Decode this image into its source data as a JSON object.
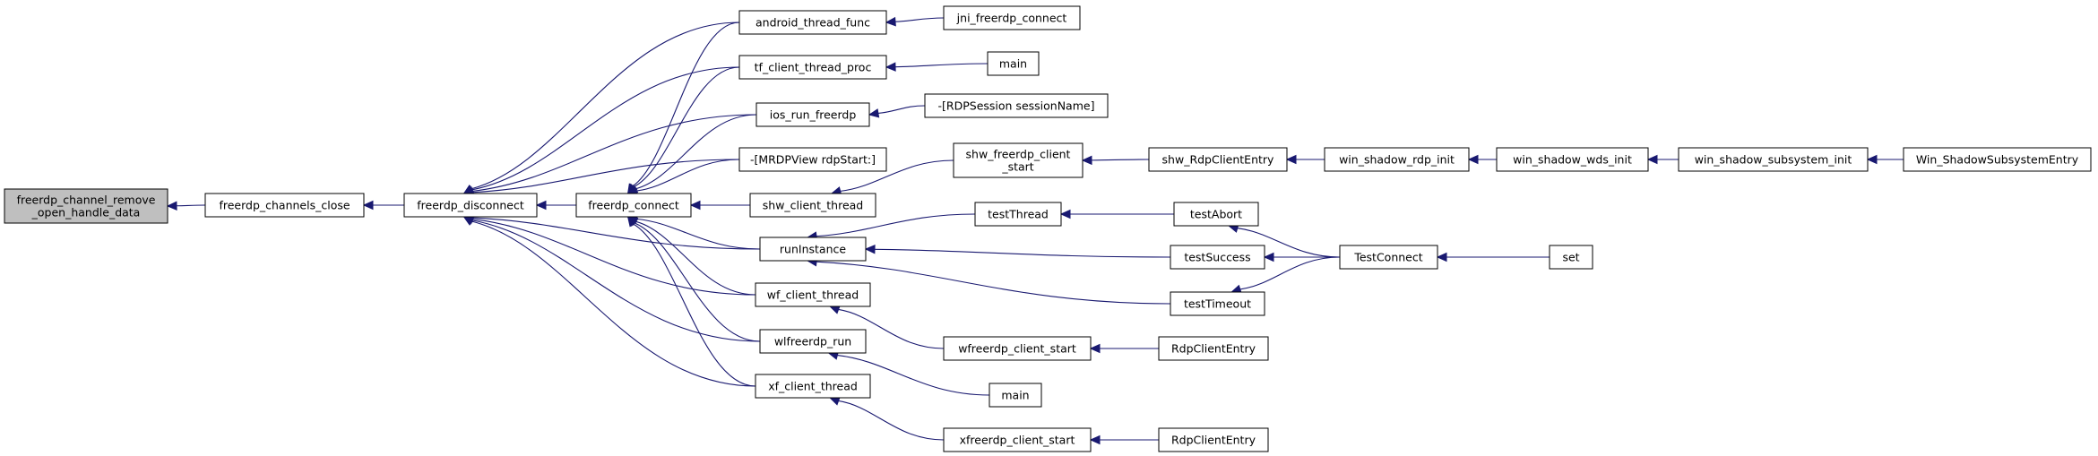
{
  "graph": {
    "nodes": [
      {
        "id": "n_close_handle",
        "label": "freerdp_channel_remove\n_open_handle_data",
        "root": true
      },
      {
        "id": "n_channels_close",
        "label": "freerdp_channels_close"
      },
      {
        "id": "n_disconnect",
        "label": "freerdp_disconnect"
      },
      {
        "id": "n_connect",
        "label": "freerdp_connect"
      },
      {
        "id": "n_android",
        "label": "android_thread_func"
      },
      {
        "id": "n_tf",
        "label": "tf_client_thread_proc"
      },
      {
        "id": "n_ios",
        "label": "ios_run_freerdp"
      },
      {
        "id": "n_mrdpview",
        "label": "-[MRDPView rdpStart:]"
      },
      {
        "id": "n_shw_thread",
        "label": "shw_client_thread"
      },
      {
        "id": "n_runinstance",
        "label": "runInstance"
      },
      {
        "id": "n_wf_thread",
        "label": "wf_client_thread"
      },
      {
        "id": "n_wlf_run",
        "label": "wlfreerdp_run"
      },
      {
        "id": "n_xf_thread",
        "label": "xf_client_thread"
      },
      {
        "id": "n_jni",
        "label": "jni_freerdp_connect"
      },
      {
        "id": "n_main1",
        "label": "main"
      },
      {
        "id": "n_rdpsession",
        "label": "-[RDPSession sessionName]"
      },
      {
        "id": "n_shw_start",
        "label": "shw_freerdp_client\n_start"
      },
      {
        "id": "n_testthread",
        "label": "testThread"
      },
      {
        "id": "n_wf_start",
        "label": "wfreerdp_client_start"
      },
      {
        "id": "n_main2",
        "label": "main"
      },
      {
        "id": "n_xf_start",
        "label": "xfreerdp_client_start"
      },
      {
        "id": "n_shw_entry",
        "label": "shw_RdpClientEntry"
      },
      {
        "id": "n_testabort",
        "label": "testAbort"
      },
      {
        "id": "n_testsuccess",
        "label": "testSuccess"
      },
      {
        "id": "n_testtimeout",
        "label": "testTimeout"
      },
      {
        "id": "n_rdp_entry1",
        "label": "RdpClientEntry"
      },
      {
        "id": "n_rdp_entry2",
        "label": "RdpClientEntry"
      },
      {
        "id": "n_testconnect",
        "label": "TestConnect"
      },
      {
        "id": "n_rdp_init",
        "label": "win_shadow_rdp_init"
      },
      {
        "id": "n_set",
        "label": "set"
      },
      {
        "id": "n_wds_init",
        "label": "win_shadow_wds_init"
      },
      {
        "id": "n_subsys_init",
        "label": "win_shadow_subsystem_init"
      },
      {
        "id": "n_shadow_entry",
        "label": "Win_ShadowSubsystemEntry"
      }
    ],
    "edges": [
      {
        "from": "n_channels_close",
        "to": "n_close_handle"
      },
      {
        "from": "n_disconnect",
        "to": "n_channels_close"
      },
      {
        "from": "n_connect",
        "to": "n_disconnect"
      },
      {
        "from": "n_android",
        "to": "n_disconnect"
      },
      {
        "from": "n_tf",
        "to": "n_disconnect"
      },
      {
        "from": "n_ios",
        "to": "n_disconnect"
      },
      {
        "from": "n_mrdpview",
        "to": "n_disconnect"
      },
      {
        "from": "n_runinstance",
        "to": "n_disconnect"
      },
      {
        "from": "n_wf_thread",
        "to": "n_disconnect"
      },
      {
        "from": "n_wlf_run",
        "to": "n_disconnect"
      },
      {
        "from": "n_xf_thread",
        "to": "n_disconnect"
      },
      {
        "from": "n_android",
        "to": "n_connect"
      },
      {
        "from": "n_tf",
        "to": "n_connect"
      },
      {
        "from": "n_ios",
        "to": "n_connect"
      },
      {
        "from": "n_mrdpview",
        "to": "n_connect"
      },
      {
        "from": "n_shw_thread",
        "to": "n_connect"
      },
      {
        "from": "n_runinstance",
        "to": "n_connect"
      },
      {
        "from": "n_wf_thread",
        "to": "n_connect"
      },
      {
        "from": "n_wlf_run",
        "to": "n_connect"
      },
      {
        "from": "n_xf_thread",
        "to": "n_connect"
      },
      {
        "from": "n_jni",
        "to": "n_android"
      },
      {
        "from": "n_main1",
        "to": "n_tf"
      },
      {
        "from": "n_rdpsession",
        "to": "n_ios"
      },
      {
        "from": "n_shw_start",
        "to": "n_shw_thread"
      },
      {
        "from": "n_testthread",
        "to": "n_runinstance"
      },
      {
        "from": "n_testsuccess",
        "to": "n_runinstance"
      },
      {
        "from": "n_testtimeout",
        "to": "n_runinstance"
      },
      {
        "from": "n_wf_start",
        "to": "n_wf_thread"
      },
      {
        "from": "n_main2",
        "to": "n_wlf_run"
      },
      {
        "from": "n_xf_start",
        "to": "n_xf_thread"
      },
      {
        "from": "n_shw_entry",
        "to": "n_shw_start"
      },
      {
        "from": "n_testabort",
        "to": "n_testthread"
      },
      {
        "from": "n_testconnect",
        "to": "n_testabort"
      },
      {
        "from": "n_testconnect",
        "to": "n_testsuccess"
      },
      {
        "from": "n_testconnect",
        "to": "n_testtimeout"
      },
      {
        "from": "n_rdp_entry1",
        "to": "n_wf_start"
      },
      {
        "from": "n_rdp_entry2",
        "to": "n_xf_start"
      },
      {
        "from": "n_rdp_init",
        "to": "n_shw_entry"
      },
      {
        "from": "n_set",
        "to": "n_testconnect"
      },
      {
        "from": "n_wds_init",
        "to": "n_rdp_init"
      },
      {
        "from": "n_subsys_init",
        "to": "n_wds_init"
      },
      {
        "from": "n_shadow_entry",
        "to": "n_subsys_init"
      }
    ]
  }
}
